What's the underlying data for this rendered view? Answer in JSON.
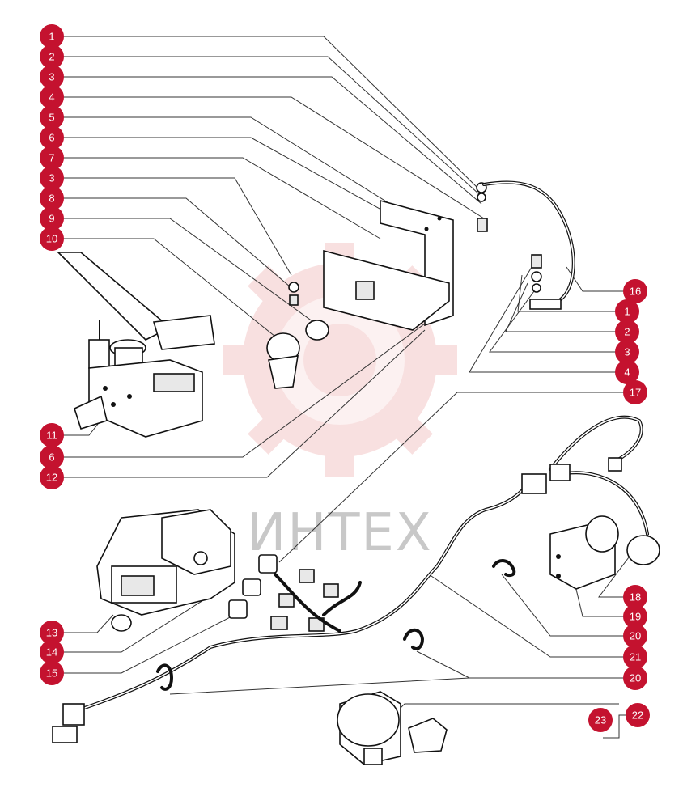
{
  "watermark": {
    "text": "ИНТЕХ",
    "color": "#c8c8c8",
    "gear_color": "#f6d6d6"
  },
  "badge_color": "#c4122f",
  "callouts_left": [
    "1",
    "2",
    "3",
    "4",
    "5",
    "6",
    "7",
    "3",
    "8",
    "9",
    "10",
    "11",
    "6",
    "12",
    "13",
    "14",
    "15"
  ],
  "callouts_right": [
    "16",
    "1",
    "2",
    "3",
    "4",
    "17",
    "18",
    "19",
    "20",
    "21",
    "20",
    "22",
    "23"
  ]
}
